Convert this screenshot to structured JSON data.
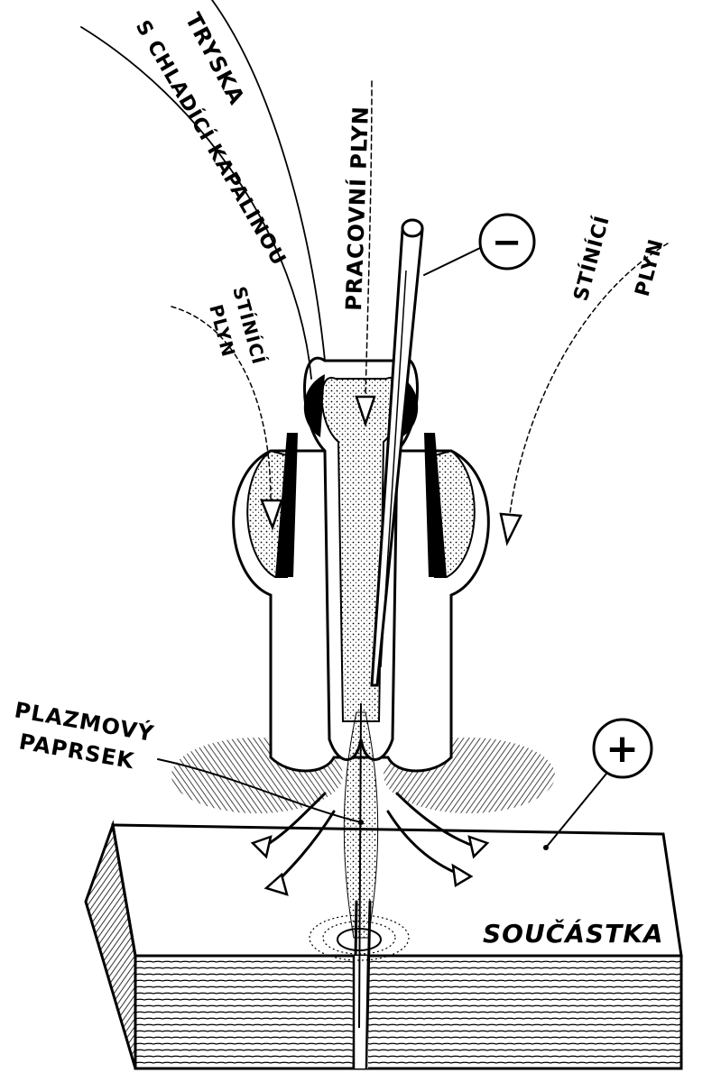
{
  "labels": {
    "nozzle": "TRYSKA",
    "nozzle_cooling": "S CHLADÍCÍ KAPALINOU",
    "working_gas": "PRACOVNÍ PLYN",
    "shield_gas_left_1": "STÍNÍCÍ",
    "shield_gas_left_2": "PLYN",
    "shield_gas_right_1": "STÍNÍCÍ",
    "shield_gas_right_2": "PLYN",
    "plasma_beam_1": "PLAZMOVÝ",
    "plasma_beam_2": "PAPRSEK",
    "workpiece": "SOUČÁSTKA",
    "negative_pole": "−",
    "positive_pole": "+"
  },
  "colors": {
    "ink": "#000000",
    "paper": "#ffffff",
    "shade": "#6b6b6b"
  }
}
